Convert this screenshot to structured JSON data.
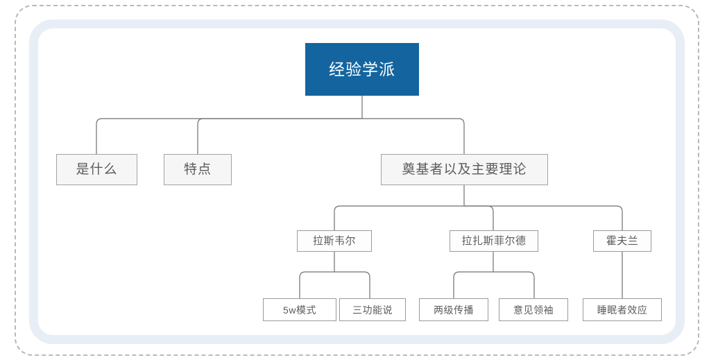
{
  "frame": {
    "selection_border_color": "#b9b9bd",
    "canvas_border_color": "#e8eef5",
    "background_color": "#ffffff"
  },
  "theme": {
    "root_fill": "#14659f",
    "root_text": "#ffffff",
    "node_fill": "#f6f6f6",
    "node_border": "#a2a2a2",
    "node_text": "#5b5b5b",
    "connector_color": "#6f6f6f"
  },
  "chart_data": {
    "type": "diagram",
    "subtype": "org-tree",
    "title": "经验学派",
    "orientation": "top-down",
    "levels": 4,
    "nodes": [
      {
        "id": "root",
        "label": "经验学派",
        "level": 0,
        "parent": null
      },
      {
        "id": "b1",
        "label": "是什么",
        "level": 1,
        "parent": "root"
      },
      {
        "id": "b2",
        "label": "特点",
        "level": 1,
        "parent": "root"
      },
      {
        "id": "b3",
        "label": "奠基者以及主要理论",
        "level": 1,
        "parent": "root"
      },
      {
        "id": "s1",
        "label": "拉斯韦尔",
        "level": 2,
        "parent": "b3"
      },
      {
        "id": "s2",
        "label": "拉扎斯菲尔德",
        "level": 2,
        "parent": "b3"
      },
      {
        "id": "s3",
        "label": "霍夫兰",
        "level": 2,
        "parent": "b3"
      },
      {
        "id": "l1",
        "label": "5w模式",
        "level": 3,
        "parent": "s1"
      },
      {
        "id": "l2",
        "label": "三功能说",
        "level": 3,
        "parent": "s1"
      },
      {
        "id": "l3",
        "label": "两级传播",
        "level": 3,
        "parent": "s2"
      },
      {
        "id": "l4",
        "label": "意见领袖",
        "level": 3,
        "parent": "s2"
      },
      {
        "id": "l5",
        "label": "睡眠者效应",
        "level": 3,
        "parent": "s3"
      }
    ],
    "edges": [
      {
        "from": "root",
        "to": "b1"
      },
      {
        "from": "root",
        "to": "b2"
      },
      {
        "from": "root",
        "to": "b3"
      },
      {
        "from": "b3",
        "to": "s1"
      },
      {
        "from": "b3",
        "to": "s2"
      },
      {
        "from": "b3",
        "to": "s3"
      },
      {
        "from": "s1",
        "to": "l1"
      },
      {
        "from": "s1",
        "to": "l2"
      },
      {
        "from": "s2",
        "to": "l3"
      },
      {
        "from": "s2",
        "to": "l4"
      },
      {
        "from": "s3",
        "to": "l5"
      }
    ]
  },
  "tree": {
    "root": {
      "label": "经验学派"
    },
    "level1": [
      {
        "label": "是什么"
      },
      {
        "label": "特点"
      },
      {
        "label": "奠基者以及主要理论"
      }
    ],
    "level2": [
      {
        "label": "拉斯韦尔"
      },
      {
        "label": "拉扎斯菲尔德"
      },
      {
        "label": "霍夫兰"
      }
    ],
    "level3": [
      {
        "label": "5w模式"
      },
      {
        "label": "三功能说"
      },
      {
        "label": "两级传播"
      },
      {
        "label": "意见领袖"
      },
      {
        "label": "睡眠者效应"
      }
    ]
  }
}
